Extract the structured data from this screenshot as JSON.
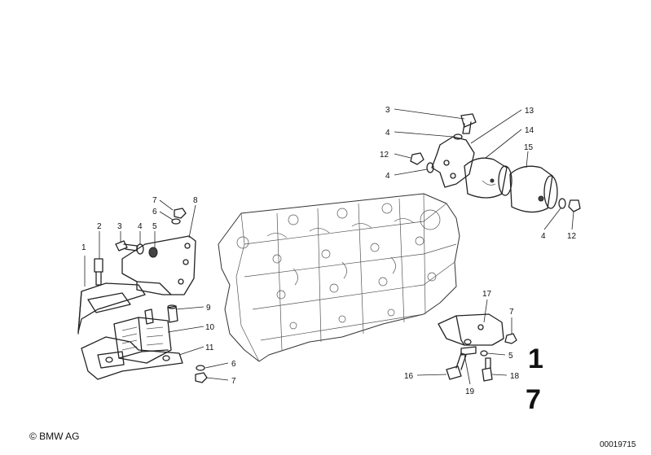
{
  "callouts": [
    {
      "id": "c1",
      "label": "1"
    },
    {
      "id": "c2",
      "label": "2"
    },
    {
      "id": "c3a",
      "label": "3"
    },
    {
      "id": "c4a",
      "label": "4"
    },
    {
      "id": "c5a",
      "label": "5"
    },
    {
      "id": "c6a",
      "label": "6"
    },
    {
      "id": "c7a",
      "label": "7"
    },
    {
      "id": "c8",
      "label": "8"
    },
    {
      "id": "c9",
      "label": "9"
    },
    {
      "id": "c10",
      "label": "10"
    },
    {
      "id": "c11",
      "label": "11"
    },
    {
      "id": "c6b",
      "label": "6"
    },
    {
      "id": "c7b",
      "label": "7"
    },
    {
      "id": "c3b",
      "label": "3"
    },
    {
      "id": "c4b",
      "label": "4"
    },
    {
      "id": "c12a",
      "label": "12"
    },
    {
      "id": "c4c",
      "label": "4"
    },
    {
      "id": "c13",
      "label": "13"
    },
    {
      "id": "c14",
      "label": "14"
    },
    {
      "id": "c15",
      "label": "15"
    },
    {
      "id": "c4d",
      "label": "4"
    },
    {
      "id": "c12b",
      "label": "12"
    },
    {
      "id": "c17",
      "label": "17"
    },
    {
      "id": "c7c",
      "label": "7"
    },
    {
      "id": "c5b",
      "label": "5"
    },
    {
      "id": "c16",
      "label": "16"
    },
    {
      "id": "c19",
      "label": "19"
    },
    {
      "id": "c18",
      "label": "18"
    }
  ],
  "corner_glyphs": {
    "top": "1",
    "bottom": "7"
  },
  "footer": {
    "copyright": "© BMW AG",
    "diagram_number": "00019715"
  }
}
